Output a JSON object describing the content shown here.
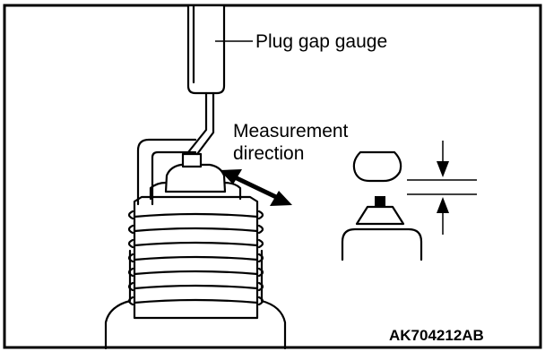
{
  "labels": {
    "gauge": "Plug gap gauge",
    "direction_line1": "Measurement",
    "direction_line2": "direction",
    "figure_code": "AK704212AB"
  }
}
